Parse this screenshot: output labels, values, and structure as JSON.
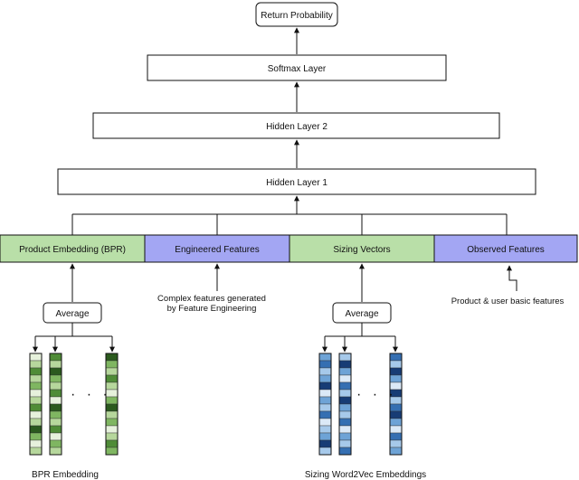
{
  "colors": {
    "green_fill": "#b9dfa8",
    "purple_fill": "#a3a6f3",
    "box_stroke": "#111111",
    "white": "#ffffff"
  },
  "layers": {
    "output": "Return Probability",
    "softmax": "Softmax Layer",
    "hidden2": "Hidden Layer 2",
    "hidden1": "Hidden Layer 1"
  },
  "inputs": [
    {
      "label": "Product Embedding (BPR)",
      "color": "green"
    },
    {
      "label": "Engineered Features",
      "color": "purple"
    },
    {
      "label": "Sizing Vectors",
      "color": "green"
    },
    {
      "label": "Observed Features",
      "color": "purple"
    }
  ],
  "average_label": "Average",
  "notes": {
    "engineered_line1": "Complex features generated",
    "engineered_line2": "by Feature Engineering",
    "observed": "Product & user basic features"
  },
  "embedding_groups": {
    "bpr": {
      "caption": "BPR Embedding",
      "palette": [
        "#e6f1dc",
        "#b6d79c",
        "#7fb661",
        "#4f8c37",
        "#2b5a1e"
      ],
      "vectors": [
        [
          0,
          1,
          3,
          1,
          2,
          0,
          1,
          3,
          0,
          1,
          4,
          2,
          0,
          1
        ],
        [
          3,
          1,
          4,
          2,
          1,
          3,
          0,
          4,
          2,
          1,
          3,
          0,
          2,
          1
        ],
        [
          4,
          2,
          1,
          3,
          1,
          0,
          2,
          4,
          1,
          2,
          0,
          1,
          3,
          2
        ]
      ],
      "dots": "· · ·"
    },
    "sizing": {
      "caption": "Sizing Word2Vec Embeddings",
      "palette": [
        "#dbe9f7",
        "#a6c9ea",
        "#6ea3d6",
        "#356fb2",
        "#173c75"
      ],
      "vectors": [
        [
          2,
          3,
          1,
          2,
          4,
          0,
          2,
          1,
          3,
          0,
          1,
          2,
          4,
          1
        ],
        [
          1,
          4,
          2,
          0,
          3,
          1,
          4,
          2,
          1,
          3,
          0,
          2,
          1,
          3
        ],
        [
          3,
          1,
          4,
          2,
          0,
          4,
          1,
          3,
          4,
          2,
          0,
          3,
          1,
          2
        ]
      ],
      "dots": "· · ·"
    }
  }
}
